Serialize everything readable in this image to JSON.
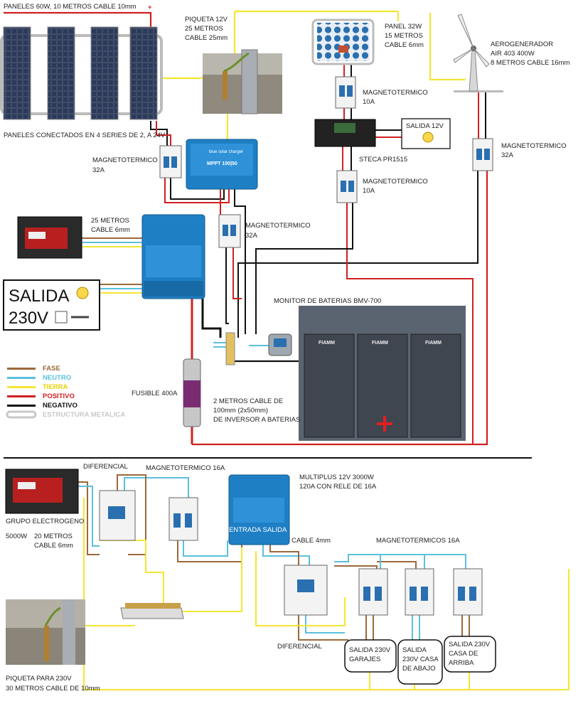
{
  "colors": {
    "fase": "#9a6a3a",
    "neutro": "#5bc0de",
    "tierra": "#f5e633",
    "positivo": "#d02020",
    "negativo": "#111111",
    "estructura": "#c8c8c8"
  },
  "labels": {
    "paneles_60w": "PANELES 60W, 10 METROS CABLE 10mm",
    "plus_sign": "+",
    "paneles_series": "PANELES CONECTADOS EN 4 SERIES DE 2, A 24V",
    "piqueta_12v_1": "PIQUETA 12V",
    "piqueta_12v_2": "25 METROS",
    "piqueta_12v_3": "CABLE 25mm",
    "panel_32w_1": "PANEL 32W",
    "panel_32w_2": "15 METROS",
    "panel_32w_3": "CABLE 6mm",
    "aero_1": "AEROGENERADOR",
    "aero_2": "AIR 403 400W",
    "aero_3": "8 METROS CABLE 16mm",
    "magneto_10a_top_1": "MAGNETOTERMICO",
    "magneto_10a_top_2": "10A",
    "magneto_32a_left_1": "MAGNETOTERMICO",
    "magneto_32a_left_2": "32A",
    "salida_12v": "SALIDA 12V",
    "steca": "STECA PR1515",
    "magneto_10a_mid_1": "MAGNETOTERMICO",
    "magneto_10a_mid_2": "10A",
    "magneto_32a_right_1": "MAGNETOTERMICO",
    "magneto_32a_right_2": "32A",
    "metros_25_1": "25 METROS",
    "metros_25_2": "CABLE 6mm",
    "magneto_32a_mid_1": "MAGNETOTERMICO",
    "magneto_32a_mid_2": "32A",
    "salida_230v_1": "SALIDA",
    "salida_230v_2": "230V",
    "monitor": "MONITOR DE BATERIAS BMV-700",
    "fusible": "FUSIBLE 400A",
    "cable_100_1": "2 METROS CABLE DE",
    "cable_100_2": "100mm (2x50mm)",
    "cable_100_3": "DE INVERSOR A BATERIAS",
    "mppt_brand": "blue solar charger",
    "mppt_model": "MPPT 100|50",
    "battery_brand": "FIAMM",
    "diferencial_top": "DIFERENCIAL",
    "magneto_16a_top": "MAGNETOTERMICO 16A",
    "multiplus_1": "MULTIPLUS 12V 3000W",
    "multiplus_2": "120A CON RELE DE 16A",
    "grupo_1": "GRUPO ELECTROGENO",
    "grupo_2": "5000W",
    "grupo_3": "20 METROS",
    "grupo_4": "CABLE 6mm",
    "entrada_salida": "ENTRADA SALIDA",
    "cable_4mm": "CABLE 4mm",
    "magnetos_16a": "MAGNETOTERMICOS 16A",
    "diferencial_bottom": "DIFERENCIAL",
    "salida_garajes_1": "SALIDA 230V",
    "salida_garajes_2": "GARAJES",
    "salida_abajo_1": "SALIDA",
    "salida_abajo_2": "230V CASA",
    "salida_abajo_3": "DE ABAJO",
    "salida_arriba_1": "SALIDA 230V",
    "salida_arriba_2": "CASA DE",
    "salida_arriba_3": "ARRIBA",
    "piqueta_230_1": "PIQUETA PARA 230V",
    "piqueta_230_2": "30 METROS CABLE DE 10mm"
  },
  "legend": [
    {
      "label": "FASE",
      "color": "#9a6a3a"
    },
    {
      "label": "NEUTRO",
      "color": "#5bc0de"
    },
    {
      "label": "TIERRA",
      "color": "#f5e633"
    },
    {
      "label": "POSITIVO",
      "color": "#d02020"
    },
    {
      "label": "NEGATIVO",
      "color": "#111111"
    },
    {
      "label": "ESTRUCTURA METALICA",
      "color": "#c8c8c8"
    }
  ],
  "icons": [
    "solar-panel-icon",
    "wind-turbine-icon",
    "bulb-icon",
    "plug-icon",
    "generator-icon",
    "ground-stake-icon",
    "breaker-icon",
    "battery-icon"
  ]
}
